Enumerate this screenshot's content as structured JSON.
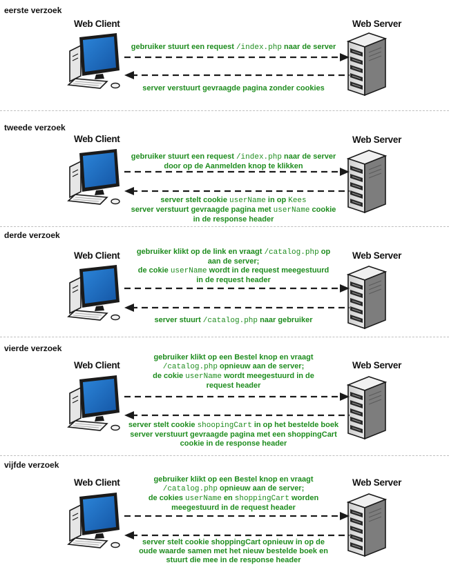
{
  "labels": {
    "client": "Web Client",
    "server": "Web Server"
  },
  "colors": {
    "message": "#1e8c1e",
    "arrow": "#1a1a1a",
    "screen": "#1f6fc4"
  },
  "icons": {
    "client": "computer-icon",
    "server": "server-tower-icon"
  },
  "visits": [
    {
      "title": "eerste verzoek",
      "request": [
        {
          "text": "gebruiker stuurt een request "
        },
        {
          "code": "/index.php"
        },
        {
          "text": " naar de server"
        }
      ],
      "response": [
        {
          "text": "server verstuurt gevraagde pagina zonder cookies"
        }
      ]
    },
    {
      "title": "tweede verzoek",
      "request": [
        {
          "text": "gebruiker stuurt een request "
        },
        {
          "code": "/index.php"
        },
        {
          "text": " naar de server"
        },
        {
          "br": true
        },
        {
          "text": "door op de Aanmelden knop te klikken"
        }
      ],
      "response": [
        {
          "text": "server stelt cookie "
        },
        {
          "code": "userName"
        },
        {
          "text": " in op "
        },
        {
          "code": "Kees"
        },
        {
          "br": true
        },
        {
          "text": "server verstuurt gevraagde pagina met "
        },
        {
          "code": "userName"
        },
        {
          "text": " cookie"
        },
        {
          "br": true
        },
        {
          "text": "in de response header"
        }
      ]
    },
    {
      "title": "derde verzoek",
      "request": [
        {
          "text": "gebruiker klikt op de link en vraagt "
        },
        {
          "code": "/catalog.php"
        },
        {
          "text": " op"
        },
        {
          "br": true
        },
        {
          "text": "aan de server;"
        },
        {
          "br": true
        },
        {
          "text": "de cokie "
        },
        {
          "code": "userName"
        },
        {
          "text": " wordt in de request meegestuurd"
        },
        {
          "br": true
        },
        {
          "text": "in de request header"
        }
      ],
      "response": [
        {
          "text": "server stuurt "
        },
        {
          "code": "/catalog.php"
        },
        {
          "text": " naar gebruiker"
        }
      ]
    },
    {
      "title": "vierde verzoek",
      "request": [
        {
          "text": "gebruiker klikt op een Bestel knop en vraagt"
        },
        {
          "br": true
        },
        {
          "code": "/catalog.php"
        },
        {
          "text": " opnieuw aan de server;"
        },
        {
          "br": true
        },
        {
          "text": "de cokie "
        },
        {
          "code": "userName"
        },
        {
          "text": " wordt meegestuurd in de"
        },
        {
          "br": true
        },
        {
          "text": "request header"
        }
      ],
      "response": [
        {
          "text": "server stelt cookie "
        },
        {
          "code": "shoopingCart"
        },
        {
          "text": " in op het bestelde boek"
        },
        {
          "br": true
        },
        {
          "text": "server verstuurt gevraagde pagina met een shoppingCart"
        },
        {
          "br": true
        },
        {
          "text": "cookie in de response header"
        }
      ]
    },
    {
      "title": "vijfde verzoek",
      "request": [
        {
          "text": "gebruiker klikt op een Bestel knop en vraagt"
        },
        {
          "br": true
        },
        {
          "code": "/catalog.php"
        },
        {
          "text": " opnieuw aan de server;"
        },
        {
          "br": true
        },
        {
          "text": "de cokies "
        },
        {
          "code": "userName"
        },
        {
          "text": " en "
        },
        {
          "code": "shoppingCart"
        },
        {
          "text": "  worden"
        },
        {
          "br": true
        },
        {
          "text": "meegestuurd in de request header"
        }
      ],
      "response": [
        {
          "text": "server stelt cookie shoppingCart opnieuw in op de"
        },
        {
          "br": true
        },
        {
          "text": "oude waarde samen met het nieuw bestelde boek en"
        },
        {
          "br": true
        },
        {
          "text": "stuurt die mee in de response header"
        }
      ]
    }
  ]
}
